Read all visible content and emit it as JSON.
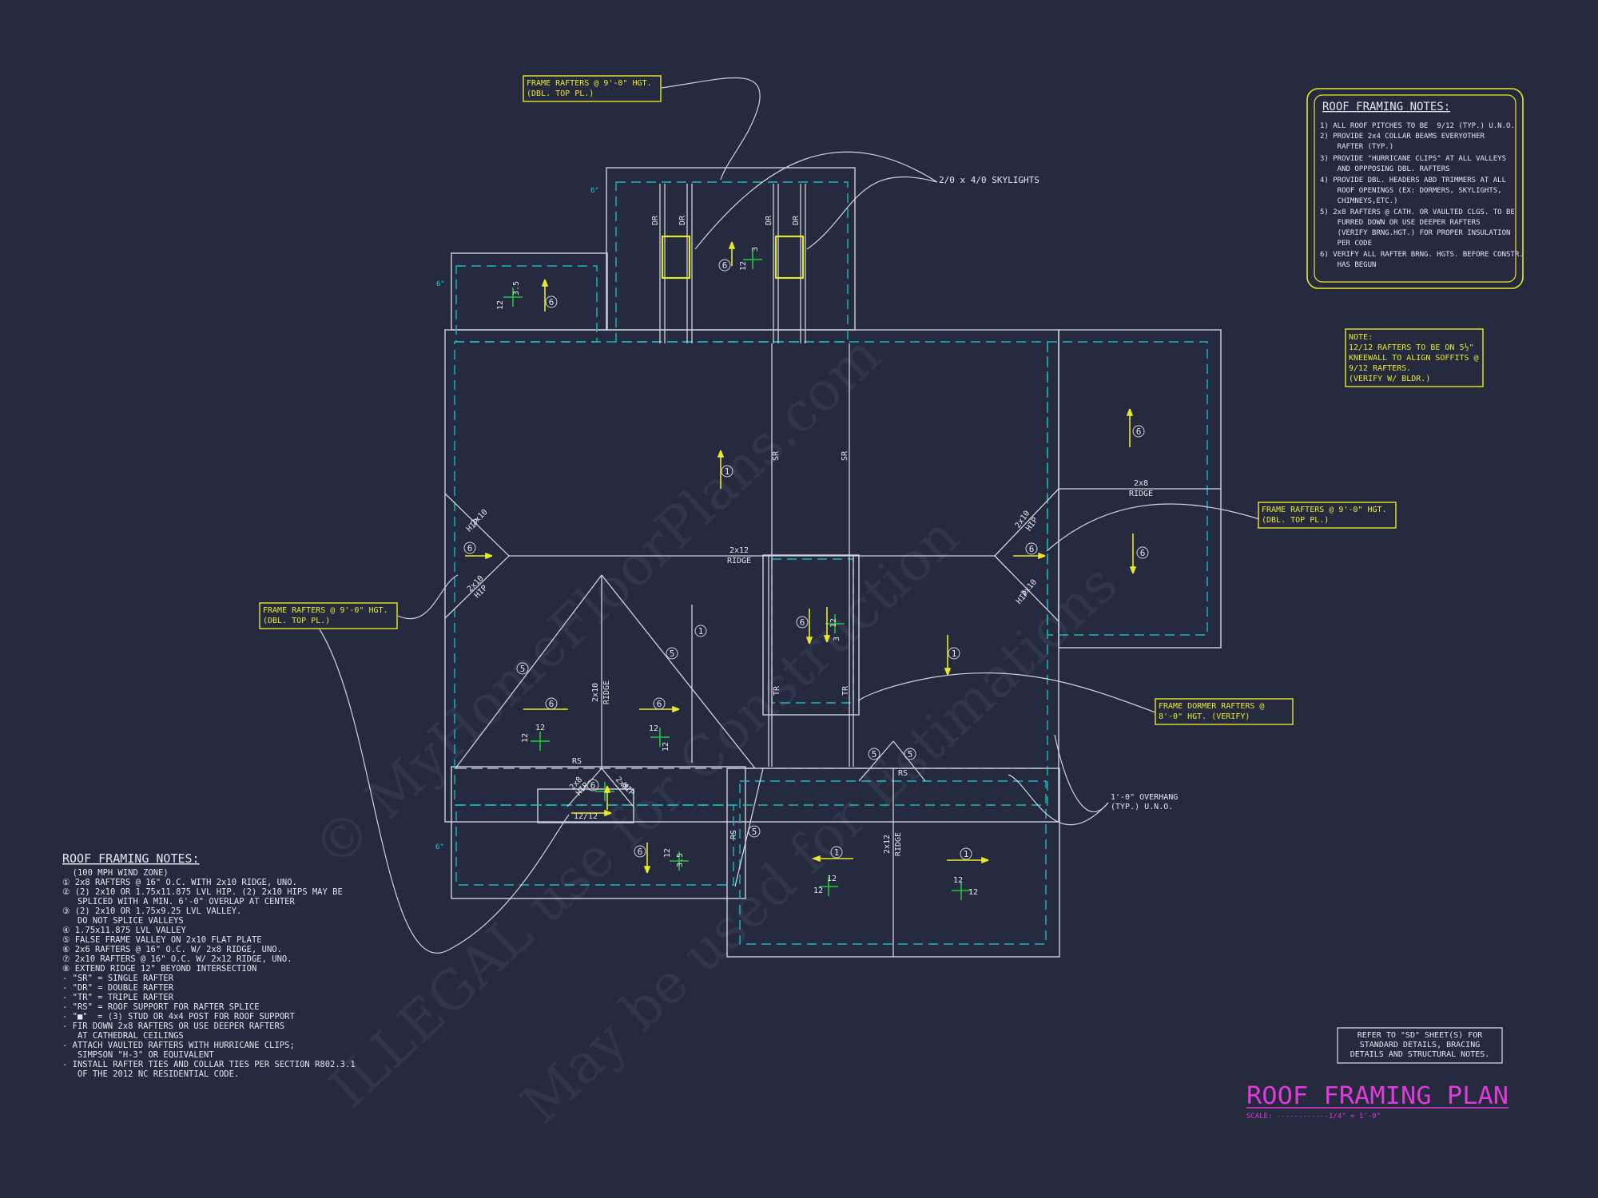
{
  "title": "ROOF FRAMING PLAN",
  "scale": "SCALE: ------------1/4\" = 1'-0\"",
  "colors": {
    "background": "#252a3e",
    "line": "#cfd3dc",
    "dash": "#1fb5c0",
    "callout": "#e8e82a",
    "title": "#e03ad8",
    "marker": "#23c43b"
  },
  "watermark": {
    "line1": "© MyHomeFloorPlans.com",
    "line2": "ILLEGAL use for Construction",
    "line3": "May be used for Estimations"
  },
  "notes_box": {
    "title": "ROOF FRAMING NOTES:",
    "items": [
      "1) ALL ROOF PITCHES TO BE  9/12 (TYP.) U.N.O.",
      "2) PROVIDE 2x4 COLLAR BEAMS EVERYOTHER",
      "    RAFTER (TYP.)",
      "3) PROVIDE \"HURRICANE CLIPS\" AT ALL VALLEYS",
      "    AND OPPPOSING DBL. RAFTERS",
      "4) PROVIDE DBL. HEADERS ABD TRIMMERS AT ALL",
      "    ROOF OPENINGS (EX: DORMERS, SKYLIGHTS,",
      "    CHIMNEYS,ETC.)",
      "5) 2x8 RAFTERS @ CATH. OR VAULTED CLGS. TO BE",
      "    FURRED DOWN OR USE DEEPER RAFTERS",
      "    (VERIFY BRNG.HGT.) FOR PROPER INSULATION",
      "    PER CODE",
      "6) VERIFY ALL RAFTER BRNG. HGTS. BEFORE CONSTR.",
      "    HAS BEGUN"
    ]
  },
  "note_kneewall": [
    "NOTE:",
    "12/12 RAFTERS TO BE ON 5½\"",
    "KNEEWALL TO ALIGN SOFFITS @",
    "9/12 RAFTERS.",
    "(VERIFY W/ BLDR.)"
  ],
  "callouts": {
    "top": [
      "FRAME RAFTERS @ 9'-0\" HGT.",
      "(DBL. TOP PL.)"
    ],
    "right": [
      "FRAME RAFTERS @ 9'-0\" HGT.",
      "(DBL. TOP PL.)"
    ],
    "left": [
      "FRAME RAFTERS @ 9'-0\" HGT.",
      "(DBL. TOP PL.)"
    ],
    "dormer": [
      "FRAME DORMER RAFTERS @",
      "8'-0\" HGT. (VERIFY)"
    ]
  },
  "skylights": "2/0 x 4/0 SKYLIGHTS",
  "overhang": [
    "1'-0\" OVERHANG",
    "(TYP.) U.N.O."
  ],
  "refer": [
    "REFER TO \"SD\" SHEET(S) FOR",
    "STANDARD DETAILS, BRACING",
    "DETAILS AND STRUCTURAL NOTES."
  ],
  "legend": {
    "title": "ROOF FRAMING NOTES:",
    "lines": [
      "  (100 MPH WIND ZONE)",
      "① 2x8 RAFTERS @ 16\" O.C. WITH 2x10 RIDGE, UNO.",
      "② (2) 2x10 OR 1.75x11.875 LVL HIP. (2) 2x10 HIPS MAY BE",
      "   SPLICED WITH A MIN. 6'-0\" OVERLAP AT CENTER",
      "③ (2) 2x10 OR 1.75x9.25 LVL VALLEY.",
      "   DO NOT SPLICE VALLEYS",
      "④ 1.75x11.875 LVL VALLEY",
      "⑤ FALSE FRAME VALLEY ON 2x10 FLAT PLATE",
      "⑥ 2x6 RAFTERS @ 16\" O.C. W/ 2x8 RIDGE, UNO.",
      "⑦ 2x10 RAFTERS @ 16\" O.C. W/ 2x12 RIDGE, UNO.",
      "⑧ EXTEND RIDGE 12\" BEYOND INTERSECTION",
      "- \"SR\" = SINGLE RAFTER",
      "- \"DR\" = DOUBLE RAFTER",
      "- \"TR\" = TRIPLE RAFTER",
      "- \"RS\" = ROOF SUPPORT FOR RAFTER SPLICE",
      "- \"■\"  = (3) STUD OR 4x4 POST FOR ROOF SUPPORT",
      "- FIR DOWN 2x8 RAFTERS OR USE DEEPER RAFTERS",
      "   AT CATHEDRAL CEILINGS",
      "- ATTACH VAULTED RAFTERS WITH HURRICANE CLIPS;",
      "   SIMPSON \"H-3\" OR EQUIVALENT",
      "- INSTALL RAFTER TIES AND COLLAR TIES PER SECTION R802.3.1",
      "   OF THE 2012 NC RESIDENTIAL CODE."
    ]
  },
  "plan_labels": {
    "ridge_main": [
      "2x12",
      "RIDGE"
    ],
    "ridge_right": [
      "2x8",
      "RIDGE"
    ],
    "ridge_gable": [
      "2x10",
      "RIDGE"
    ],
    "ridge_low": [
      "2x12",
      "RIDGE"
    ],
    "hip": [
      "2x10",
      "HIP"
    ],
    "hip_small": [
      "2x8",
      "HIP"
    ],
    "rs": "RS",
    "sr": "SR",
    "dr": "DR",
    "tr": "TR",
    "pitch_12_12": "12/12",
    "twelve": "12",
    "three": "3",
    "three_half": "3.5",
    "overhang_6": "6\"",
    "six": "6",
    "one": "1",
    "five": "5"
  }
}
